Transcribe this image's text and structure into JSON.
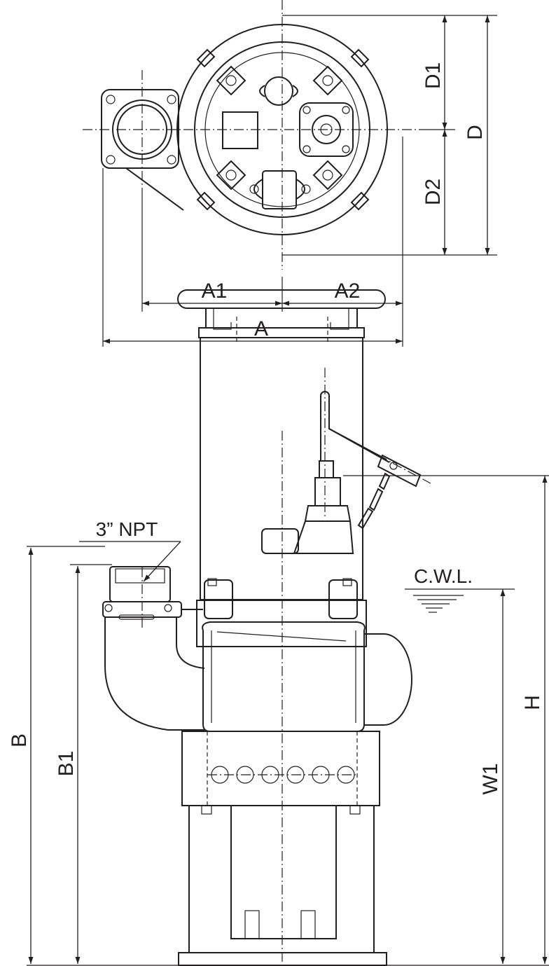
{
  "top_view": {
    "dim_D1": "D1",
    "dim_D2": "D2",
    "dim_D": "D",
    "dim_A1": "A1",
    "dim_A2": "A2",
    "dim_A": "A"
  },
  "side_view": {
    "outlet_label": "3” NPT",
    "water_level_label": "C.W.L.",
    "dim_H": "H",
    "dim_B": "B",
    "dim_B1": "B1",
    "dim_W1": "W1"
  },
  "colors": {
    "ink": "#231f20",
    "paper": "#ffffff"
  }
}
